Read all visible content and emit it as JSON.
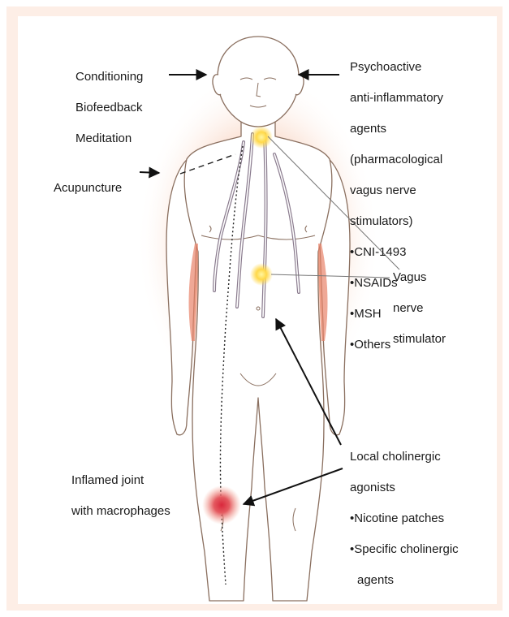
{
  "labels": {
    "mind_body": [
      "Conditioning",
      "Biofeedback",
      "Meditation"
    ],
    "psychoactive": [
      "Psychoactive",
      "anti-inflammatory",
      "agents",
      "(pharmacological",
      "vagus nerve",
      "stimulators)"
    ],
    "psychoactive_items": [
      "•CNI-1493",
      "•NSAIDs",
      "•MSH",
      "•Others"
    ],
    "acupuncture": "Acupuncture",
    "vagus_stimulator": [
      "Vagus",
      "nerve",
      "stimulator"
    ],
    "local_cholinergic": [
      "Local cholinergic",
      "agonists"
    ],
    "local_items": [
      "•Nicotine patches",
      "•Specific cholinergic",
      "agents"
    ],
    "inflamed_joint": [
      "Inflamed joint",
      "with macrophages"
    ]
  },
  "colors": {
    "frame": "#fdeee6",
    "glow": "#f0a27e",
    "nerve": "#8a7b8e",
    "stimulator": "#ffd84a",
    "inflammation": "#e0505a",
    "outline": "#8a6f5f"
  }
}
